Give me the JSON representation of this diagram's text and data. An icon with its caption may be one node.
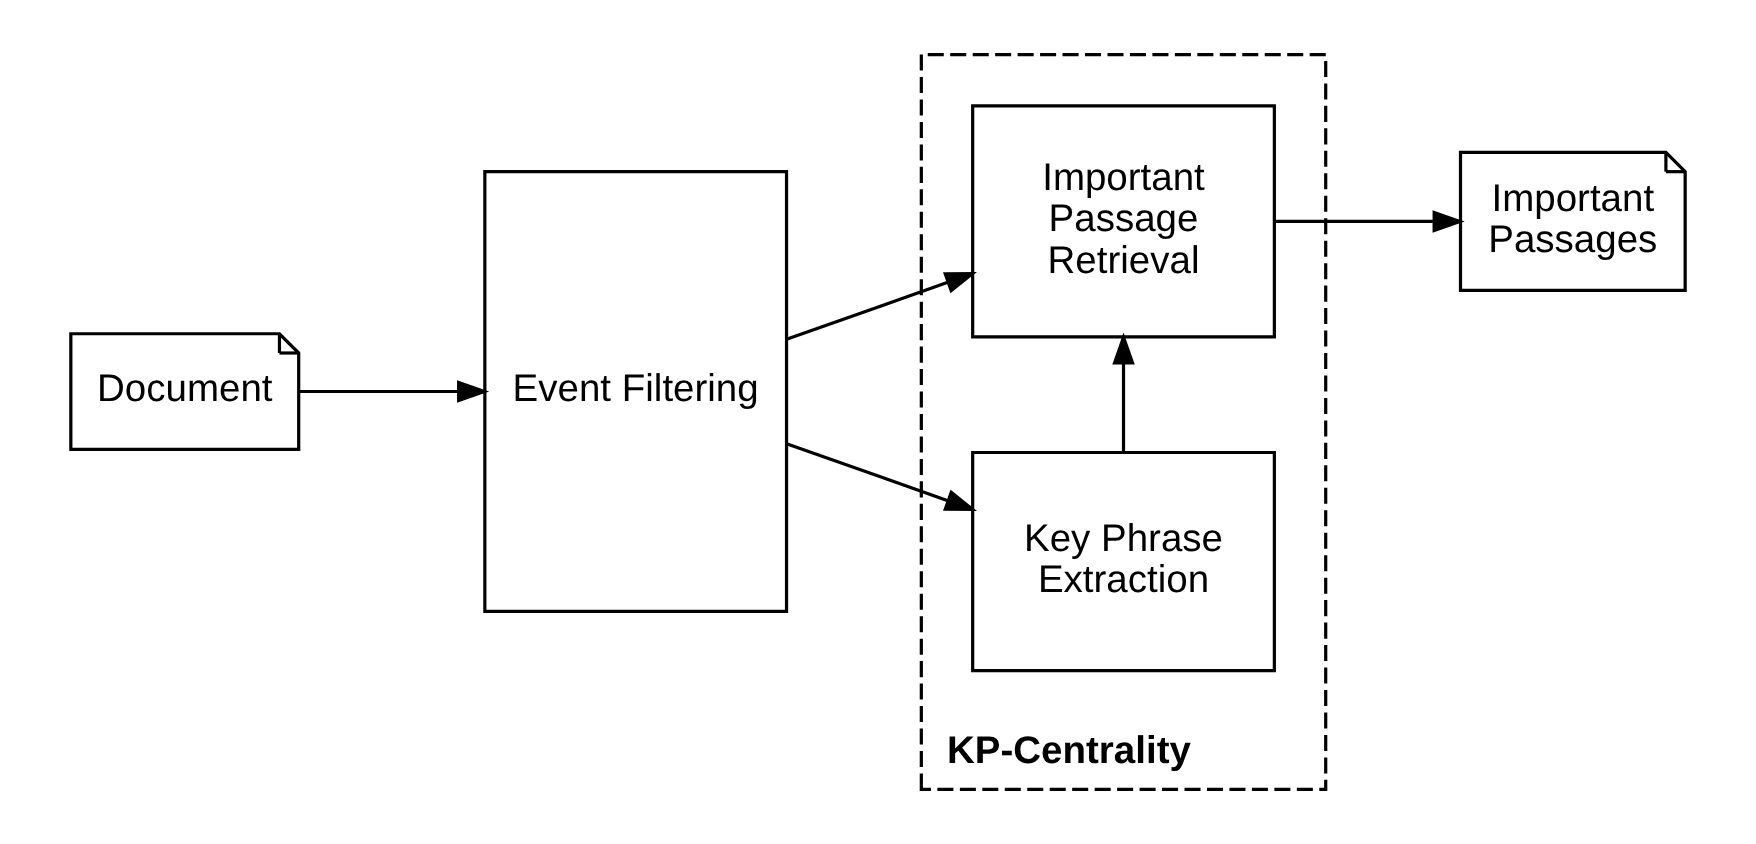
{
  "diagram": {
    "nodes": [
      {
        "text": [
          "Document"
        ]
      },
      {
        "text": [
          "Event Filtering"
        ]
      },
      {
        "text": [
          "KP-Centrality"
        ]
      },
      {
        "text": [
          "Key Phrase Extraction"
        ],
        "in": 2
      },
      {
        "text": [
          "Important Passage Retrieval"
        ],
        "in": 2
      },
      {
        "text": [
          "Important Passages"
        ]
      }
    ],
    "edges": [
      {
        "from": 0,
        "to": 1,
        "arrow": "to"
      },
      {
        "from": 1,
        "to": 3,
        "arrow": "to"
      },
      {
        "from": 1,
        "to": 4,
        "arrow": "to"
      },
      {
        "from": 3,
        "to": 4,
        "arrow": "to"
      },
      {
        "from": 4,
        "to": 5,
        "arrow": "to"
      }
    ]
  }
}
